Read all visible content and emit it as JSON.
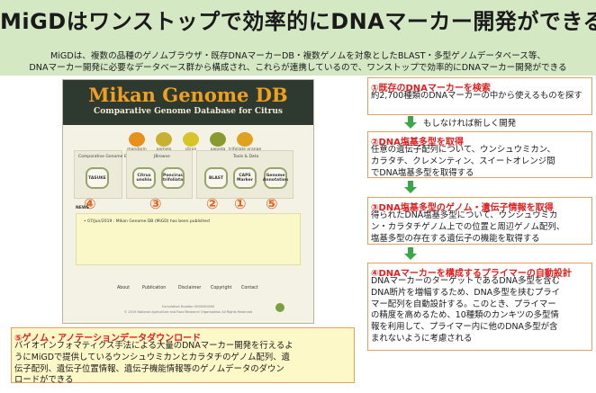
{
  "banner": {
    "title": "MiGDはワンストップで効率的にDNAマーカー開発ができる",
    "desc_line1": "MiGDは、複数の品種のゲノムブラウザ・既存DNAマーカーDB・複数ゲノムを対象としたBLAST・多型ゲノムデータベース等、",
    "desc_line2": "DNAマーカー開発に必要なデータベース群から構成され、これらが連携しているので、ワンストップで効率的にDNAマーカー開発ができる"
  },
  "site": {
    "title": "Mikan Genome DB",
    "subtitle": "Comparative Genome Database for Citrus",
    "fruits": [
      "mandarin",
      "pomelo",
      "citron",
      "papeda",
      "trifoliate orange"
    ],
    "fruit_colors": [
      "#e8901c",
      "#c8b030",
      "#d8c428",
      "#8a9a30",
      "#e0a020"
    ],
    "sections": {
      "comparative": "Comparative Genome Browser",
      "jbrowse": "JBrowse",
      "tools": "Tools & Data"
    },
    "tools": [
      "TASUKE",
      "Citrus unshiu",
      "Poncirus trifoliata",
      "BLAST",
      "CAPS Marker",
      "Genome Annotation"
    ],
    "numbers": [
      "④",
      "③",
      "②",
      "①",
      "⑤"
    ],
    "news_label": "NEWS",
    "news_item": "• 07/Jun/2019 : Mikan Genome DB (MiGD) has been published",
    "footer_links": [
      "About",
      "Publication",
      "Disclaimer",
      "Copyright",
      "Contact"
    ],
    "copyright_line1": "Cumulative Number 0000000000",
    "copyright_line2": "© 2019 National Agriculture and Food Research Organization All Rights Reserved"
  },
  "steps": [
    {
      "title": "①既存のDNAマーカーを検索",
      "lines": [
        "約2,700種類のDNAマーカーの中から使えるものを探す"
      ]
    },
    {
      "title": "②DNA塩基多型を取得",
      "lines": [
        "任意の遺伝子配列について、ウンシュウミカン、",
        "カラタチ、クレメンティン、スイートオレンジ間",
        "でDNA塩基多型を取得する"
      ]
    },
    {
      "title": "③DNA塩基多型のゲノム・遺伝子情報を取得",
      "lines": [
        "得られたDNA塩基多型について、ウンシュウミカ",
        "ン・カラタチゲノム上での位置と周辺ゲノム配列、",
        "塩基多型の存在する遺伝子の機能を取得する"
      ]
    },
    {
      "title": "④DNAマーカーを構成するプライマーの自動設計",
      "lines": [
        "DNAマーカーのターゲットであるDNA多型を含む",
        "DNA断片を増幅するため、DNA多型を挟むプライ",
        "マー配列を自動設計する。このとき、プライマー",
        "の精度を高めるため、10種類のカンキツの多型情",
        "報を利用して、プライマー内に他のDNA多型が含",
        "まれないように考慮される"
      ]
    }
  ],
  "arrow_note": "もしなければ新しく開発",
  "step5": {
    "title": "⑤ゲノム・アノテーションデータダウンロード",
    "lines": [
      "バイオインフォマティクス手法による大量のDNAマーカー開発を行えるよ",
      "うにMiGDで提供しているウンシュウミカンとカラタチのゲノム配列、遺",
      "伝子配列、遺伝子位置情報、遺伝子機能情報等のゲノムデータのダウン",
      "ロードができる"
    ]
  },
  "colors": {
    "banner_bg": "#d4e8c4",
    "step_title": "#e02020",
    "arrow": "#38a848",
    "number": "#e8601c",
    "site_title": "#f0a020"
  }
}
